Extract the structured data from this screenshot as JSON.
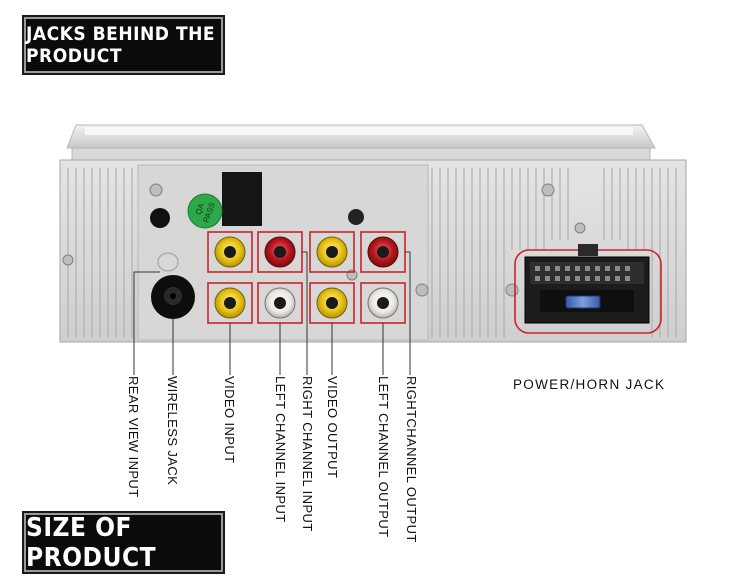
{
  "banners": {
    "top": "JACKS BEHIND THE PRODUCT",
    "bottom": "SIZE OF PRODUCT"
  },
  "sticker": {
    "line1": "QA",
    "line2": "PASS"
  },
  "labels": {
    "rear_view_input": "REAR VIEW INPUT",
    "wireless_jack": "WIRELESS JACK",
    "video_input": "VIDEO INPUT",
    "left_channel_input": "LEFT CHANNEL INPUT",
    "right_channel_input": "RIGHT CHANNEL INPUT",
    "video_output": "VIDEO OUTPUT",
    "left_channel_output": "LEFT CHANNEL OUTPUT",
    "right_channel_output": "RIGHTCHANNEL OUTPUT",
    "power_horn_jack": "POWER/HORN JACK"
  },
  "colors": {
    "highlight_red": "#c8242a",
    "rca_yellow": "#e7c414",
    "rca_red": "#b8161c",
    "rca_white": "#ece9e2",
    "sticker_green": "#2fa84a",
    "banner_bg": "#0b0b0b"
  }
}
